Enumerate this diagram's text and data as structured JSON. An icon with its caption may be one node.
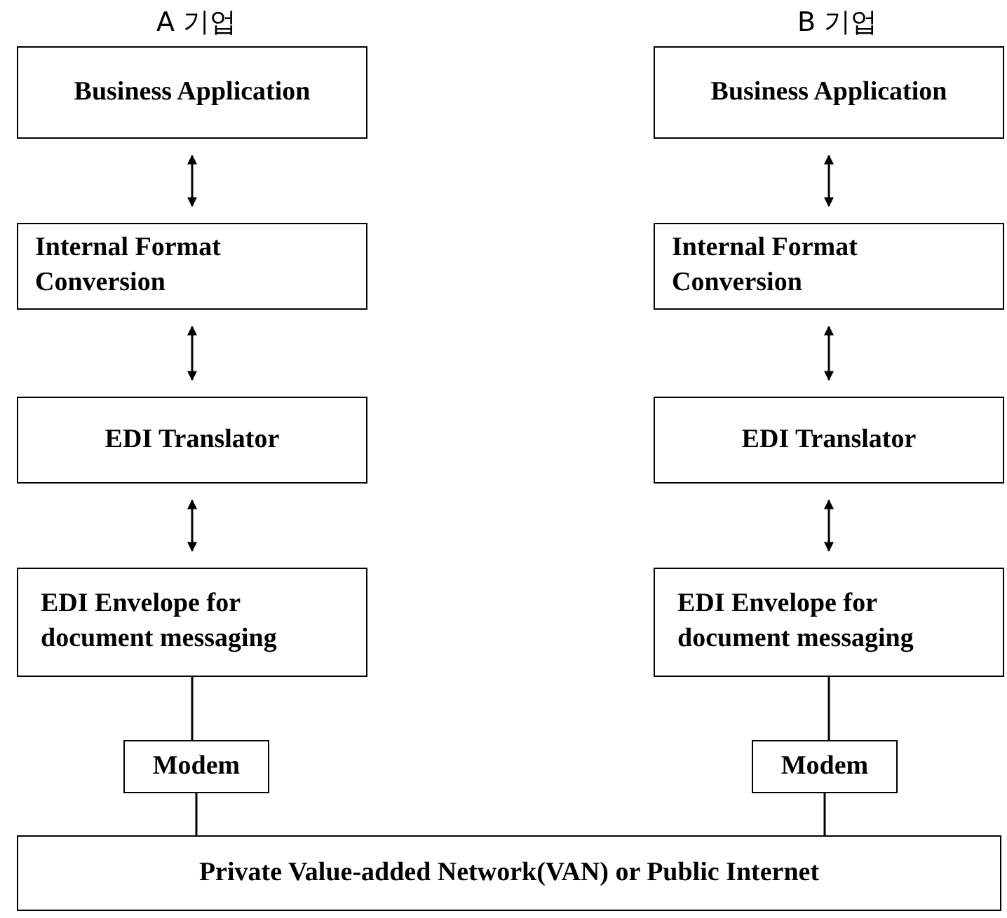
{
  "diagram": {
    "nodes": [
      {
        "text": [
          "Business Application"
        ]
      },
      {
        "text": [
          "Internal Format Conversion"
        ]
      },
      {
        "text": [
          "EDI Translator"
        ]
      },
      {
        "text": [
          "EDI Envelope for document messaging"
        ]
      },
      {
        "text": [
          "Modem"
        ]
      },
      {
        "text": [
          "Business Application"
        ]
      },
      {
        "text": [
          "Internal Format Conversion"
        ]
      },
      {
        "text": [
          "EDI Translator"
        ]
      },
      {
        "text": [
          "EDI Envelope for document messaging"
        ]
      },
      {
        "text": [
          "Modem"
        ]
      },
      {
        "text": [
          "Private Value-added Network(VAN) or Public Internet"
        ]
      }
    ],
    "edges": [
      {
        "from": 0,
        "to": 1,
        "arrow": "both"
      },
      {
        "from": 1,
        "to": 2,
        "arrow": "both"
      },
      {
        "from": 2,
        "to": 3,
        "arrow": "both"
      },
      {
        "from": 3,
        "to": 4,
        "arrow": "none"
      },
      {
        "from": 4,
        "to": 10,
        "arrow": "none"
      },
      {
        "from": 5,
        "to": 6,
        "arrow": "both"
      },
      {
        "from": 6,
        "to": 7,
        "arrow": "both"
      },
      {
        "from": 7,
        "to": 8,
        "arrow": "both"
      },
      {
        "from": 8,
        "to": 9,
        "arrow": "none"
      },
      {
        "from": 9,
        "to": 10,
        "arrow": "none"
      }
    ],
    "labels": [
      "A 기업",
      "B 기업"
    ]
  }
}
